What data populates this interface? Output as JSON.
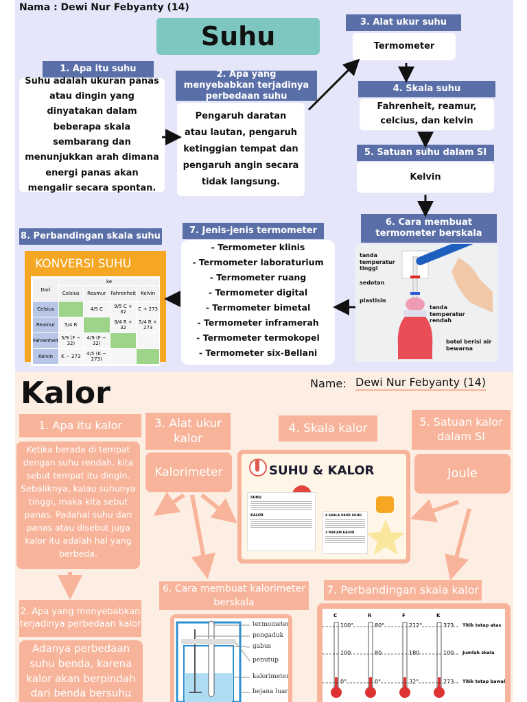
{
  "header": {
    "name": "Nama : Dewi Nur Febyanty (14)"
  },
  "suhu": {
    "title": "Suhu",
    "s1": {
      "label": "1. Apa itu suhu",
      "text": "Suhu adalah ukuran panas atau dingin yang dinyatakan dalam beberapa skala sembarang dan menunjukkan arah dimana energi panas akan mengalir secara spontan."
    },
    "s2": {
      "label": "2. Apa yang menyebabkan terjadinya perbedaan suhu",
      "text": "Pengaruh daratan atau lautan, pengaruh ketinggian tempat dan pengaruh angin secara tidak langsung."
    },
    "s3": {
      "label": "3. Alat ukur suhu",
      "text": "Termometer"
    },
    "s4": {
      "label": "4. Skala suhu",
      "text": "Fahrenheit, reamur, celcius, dan kelvin"
    },
    "s5": {
      "label": "5. Satuan suhu dalam SI",
      "text": "Kelvin"
    },
    "s6": {
      "label": "6. Cara membuat termometer berskala",
      "annotations": {
        "top": "tanda temperatur tinggi",
        "straw": "sedotan",
        "clay": "plastisin",
        "low": "tanda temperatur rendah",
        "bottle": "botol berisi air bewarna"
      }
    },
    "s7": {
      "label": "7. Jenis-jenis termometer",
      "items": [
        "- Termometer klinis",
        "- Termometer laboraturium",
        "- Termometer ruang",
        "- Termometer digital",
        "- Termometer bimetal",
        "- Termometer inframerah",
        "- Termometer termokopel",
        "- Termometer six-Bellani"
      ]
    },
    "s8": {
      "label": "8. Perbandingan skala suhu",
      "table_title": "KONVERSI SUHU",
      "corner": "Dari",
      "to_label": "ke",
      "col_headers": [
        "Celsius",
        "Reamur",
        "Fahrenheit",
        "Kelvin"
      ],
      "rows": [
        {
          "name": "Celsius",
          "cells": [
            "",
            "4/5 C",
            "9/5 C + 32",
            "C + 273"
          ]
        },
        {
          "name": "Reamur",
          "cells": [
            "5/4 R",
            "",
            "9/4 R + 32",
            "5/4 R + 273"
          ]
        },
        {
          "name": "Fahrenheit",
          "cells": [
            "5/9 (F − 32)",
            "4/9 (F − 32)",
            "",
            ""
          ]
        },
        {
          "name": "Kelvin",
          "cells": [
            "K − 273",
            "4/5 (K − 273)",
            "",
            ""
          ]
        }
      ]
    }
  },
  "kalor": {
    "title": "Kalor",
    "name_label": "Name:",
    "name_value": "Dewi Nur Febyanty (14)",
    "k1": {
      "label": "1. Apa itu kalor",
      "text": "Ketika berada di tempat dengan suhu rendah, kita sebut tempat itu dingin. Sebaliknya, kalau suhunya tinggi, maka kita sebut panas. Padahal suhu dan panas atau disebut juga kalor itu adalah hal yang berbeda."
    },
    "k2": {
      "label": "2. Apa yang menyebabkan terjadinya perbedaan kalor",
      "text": "Adanya perbedaan suhu benda, karena kalor akan berpindah dari benda bersuhu"
    },
    "k3": {
      "label": "3. Alat ukur kalor",
      "text": "Kalorimeter"
    },
    "k4": {
      "label": "4. Skala kalor",
      "poster_title": "SUHU & KALOR",
      "poster_suhu": "SUHU",
      "poster_kalor": "KALOR",
      "poster_jenis": "4 SKALA UKUR SUHU",
      "poster_macam": "3 MACAM KALOR"
    },
    "k5": {
      "label": "5. Satuan kalor dalam SI",
      "text": "Joule"
    },
    "k6": {
      "label": "6. Cara membuat kalorimeter berskala",
      "parts": [
        "termometer",
        "pengaduk",
        "gabus",
        "penutup",
        "kalorimeter",
        "bejana luar"
      ]
    },
    "k7": {
      "label": "7. Perbandingan skala kalor",
      "scales": [
        "C",
        "R",
        "F",
        "K"
      ],
      "top_values": [
        "100°",
        "80°",
        "212°",
        "373"
      ],
      "mid_values": [
        "100",
        "80",
        "180",
        "100"
      ],
      "bottom_values": [
        "0°",
        "0°",
        "32°",
        "273"
      ],
      "labels": [
        "Titik tetap atas",
        "Jumlah skala",
        "Titik tetap bawah"
      ]
    }
  }
}
